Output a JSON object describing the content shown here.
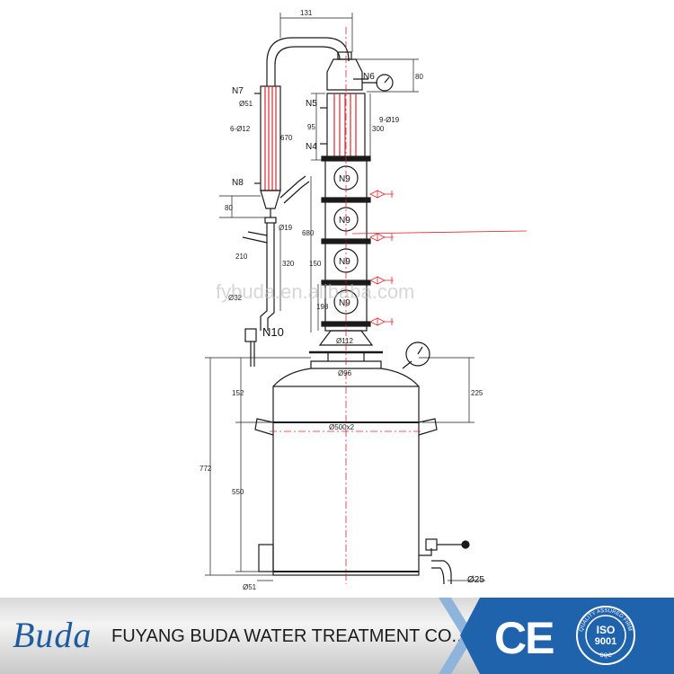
{
  "drawing": {
    "labels": {
      "n7": "N7",
      "n8": "N8",
      "n5": "N5",
      "n4": "N4",
      "n6": "N6",
      "n10": "N10",
      "n9a": "N9",
      "n9b": "N9",
      "n9c": "N9",
      "n9d": "N9"
    },
    "dims": {
      "d131": "131",
      "d80top": "80",
      "phi51top": "Ø51",
      "tubes6": "6-Ø12",
      "d670": "670",
      "d95": "95",
      "d300": "300",
      "tubes9": "9-Ø19",
      "d80": "80",
      "phi19": "Ø19",
      "d210": "210",
      "d320": "320",
      "phi32": "Ø32",
      "d150": "150",
      "d198": "198",
      "d680": "680",
      "phi112": "Ø112",
      "phi96": "Ø96",
      "d152": "152",
      "d225": "225",
      "phi500": "Ø500x2",
      "d772": "772",
      "d550": "550",
      "phi51bot": "Ø51",
      "phi25": "Ø25"
    },
    "watermark": "fybuda.en.alibaba.com"
  },
  "footer": {
    "logo": "Buda",
    "company": "FUYANG BUDA WATER TREATMENT CO., LTD",
    "ce": "CE",
    "iso": {
      "top": "QUALITY ASSURED FIRM",
      "mid": "ISO",
      "num": "9001",
      "bottom": "CQC"
    }
  },
  "colors": {
    "line": "#1a1a1a",
    "red": "#e0242a",
    "blue": "#1f63ad",
    "brand": "#1f5c9e"
  }
}
